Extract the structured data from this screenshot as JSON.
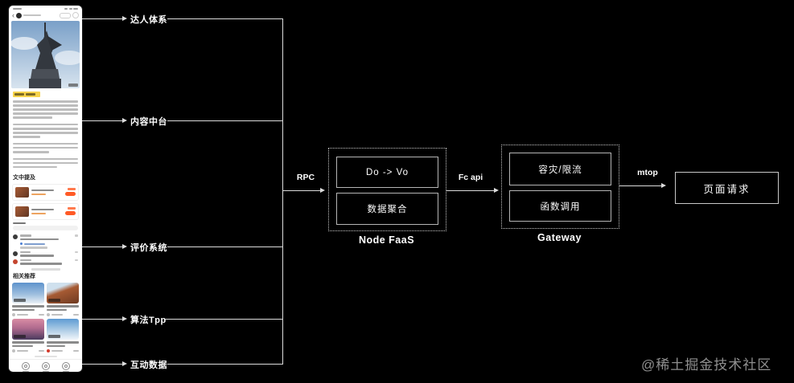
{
  "diagram": {
    "sources": [
      {
        "label": "达人体系"
      },
      {
        "label": "内容中台"
      },
      {
        "label": "评价系统"
      },
      {
        "label": "算法Tpp"
      },
      {
        "label": "互动数据"
      }
    ],
    "edge_labels": {
      "rpc": "RPC",
      "fc_api": "Fc api",
      "mtop": "mtop"
    },
    "node_faas": {
      "title": "Node FaaS",
      "box1": "Do -> Vo",
      "box2": "数据聚合"
    },
    "gateway": {
      "title": "Gateway",
      "box1": "容灾/限流",
      "box2": "函数调用"
    },
    "page_request": {
      "label": "页面请求"
    },
    "watermark": "@稀土掘金技术社区"
  },
  "phone": {
    "sections": {
      "mentions": "文中提及",
      "related": "相关推荐"
    }
  },
  "colors": {
    "background": "#000000",
    "line": "#dcdcdc",
    "accent_orange": "#ff5a26",
    "tag_yellow": "#f6d34b"
  }
}
